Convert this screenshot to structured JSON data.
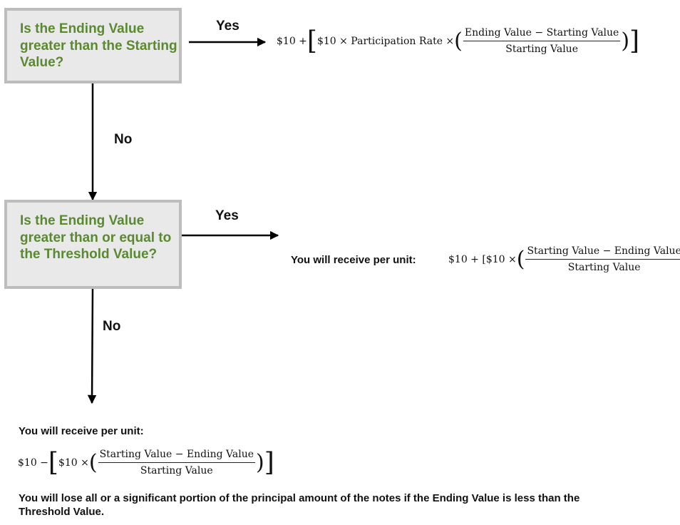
{
  "decision1": {
    "question": "Is the Ending Value greater than the Starting Value?",
    "yes_label": "Yes",
    "no_label": "No",
    "yes_formula": {
      "lead": "$10 +",
      "bracket_open": "[",
      "inner": "$10 × Participation Rate ×",
      "paren_open": "(",
      "numerator": "Ending Value − Starting Value",
      "denominator": "Starting Value",
      "paren_close": ")",
      "bracket_close": "]"
    }
  },
  "decision2": {
    "question": "Is the Ending Value greater than or equal to the Threshold Value?",
    "yes_label": "Yes",
    "no_label": "No",
    "yes_text": "You will receive per unit:",
    "yes_formula": {
      "lead": "$10 + [$10 ×",
      "paren_open": "(",
      "numerator": "Starting Value − Ending Value",
      "denominator": "Starting Value",
      "paren_close": ")",
      "bracket_close": "]"
    }
  },
  "outcome_no": {
    "receive_text": "You will receive per unit:",
    "formula": {
      "lead": "$10 −",
      "bracket_open": "[",
      "inner": "$10 ×",
      "paren_open": "(",
      "numerator": "Starting Value − Ending Value",
      "denominator": "Starting Value",
      "paren_close": ")",
      "bracket_close": "]"
    },
    "warning": "You will lose all or a significant portion of the principal amount of the notes if the Ending Value is less than the Threshold Value."
  }
}
